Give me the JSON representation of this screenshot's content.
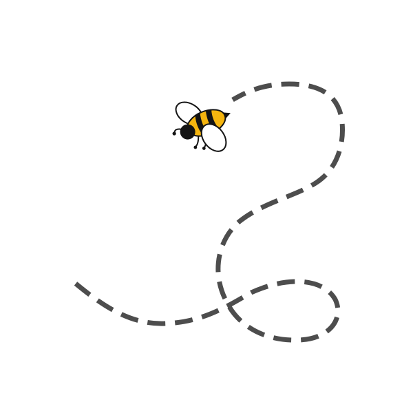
{
  "scene": {
    "subject": "bee",
    "background_color": "#ffffff",
    "path_style": "dashed",
    "colors": {
      "trail": "#4d4d4d",
      "bee_body": "#f5b50f",
      "bee_stripes": "#141414",
      "bee_outline": "#141414",
      "wings_fill": "#ffffff"
    },
    "icons": {
      "bee": "bee-icon",
      "trail": "flight-path"
    }
  }
}
